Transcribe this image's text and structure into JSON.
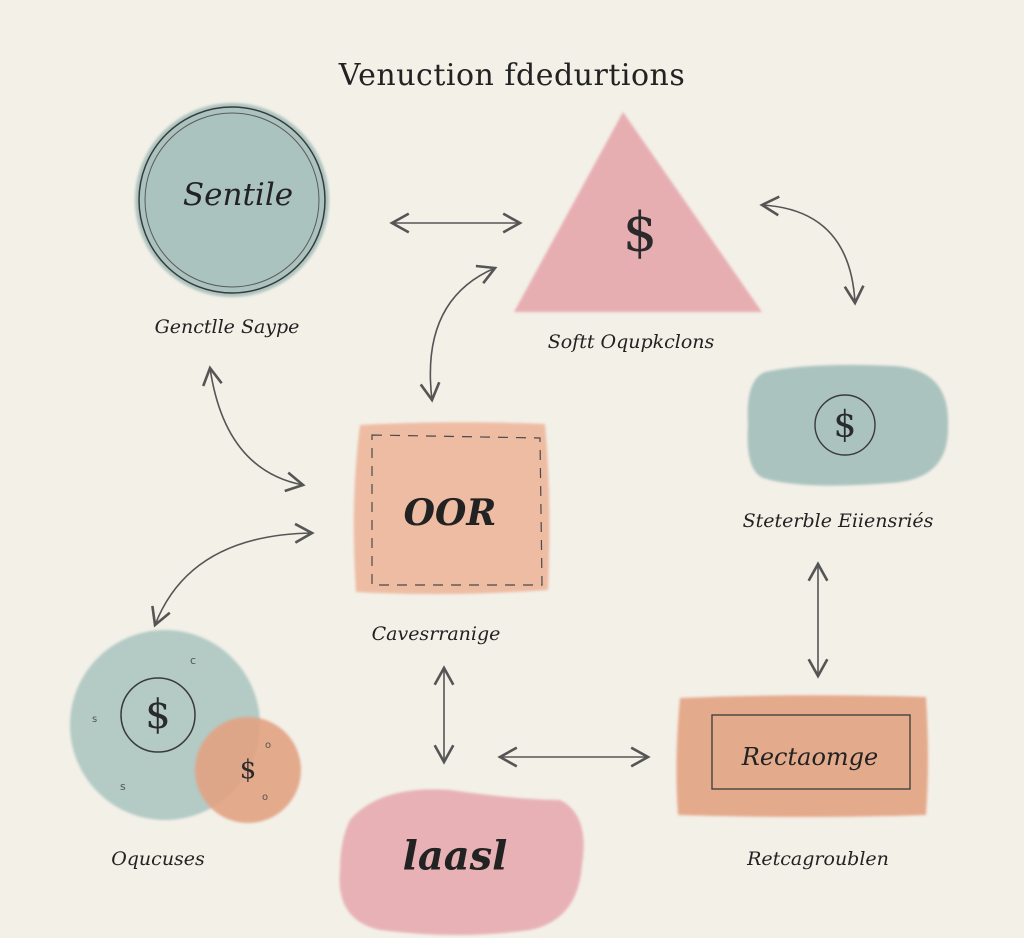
{
  "diagram": {
    "title": "Venuction fdedurtions",
    "nodes": {
      "circle_top_left": {
        "inner": "Sentile",
        "caption": "Genctlle Saype"
      },
      "triangle_top": {
        "inner": "$",
        "caption": "Softt Oqupkclons"
      },
      "pill_right": {
        "inner": "$",
        "caption": "Steterble Eiiensriés"
      },
      "square_center": {
        "inner": "OOR",
        "caption": "Cavesrranige"
      },
      "coins_bottom_left": {
        "inner_large": "$",
        "inner_small": "$",
        "caption": "Oqucuses"
      },
      "blob_bottom": {
        "inner": "laasl"
      },
      "rect_bottom_right": {
        "inner": "Rectaomge",
        "caption": "Retcagroublen"
      }
    },
    "colors": {
      "teal": "#9fbcb8",
      "pink": "#e6a7ad",
      "peach": "#edb59a",
      "orange": "#e3a383",
      "ink": "#333333",
      "paper": "#f3f0e8"
    }
  }
}
